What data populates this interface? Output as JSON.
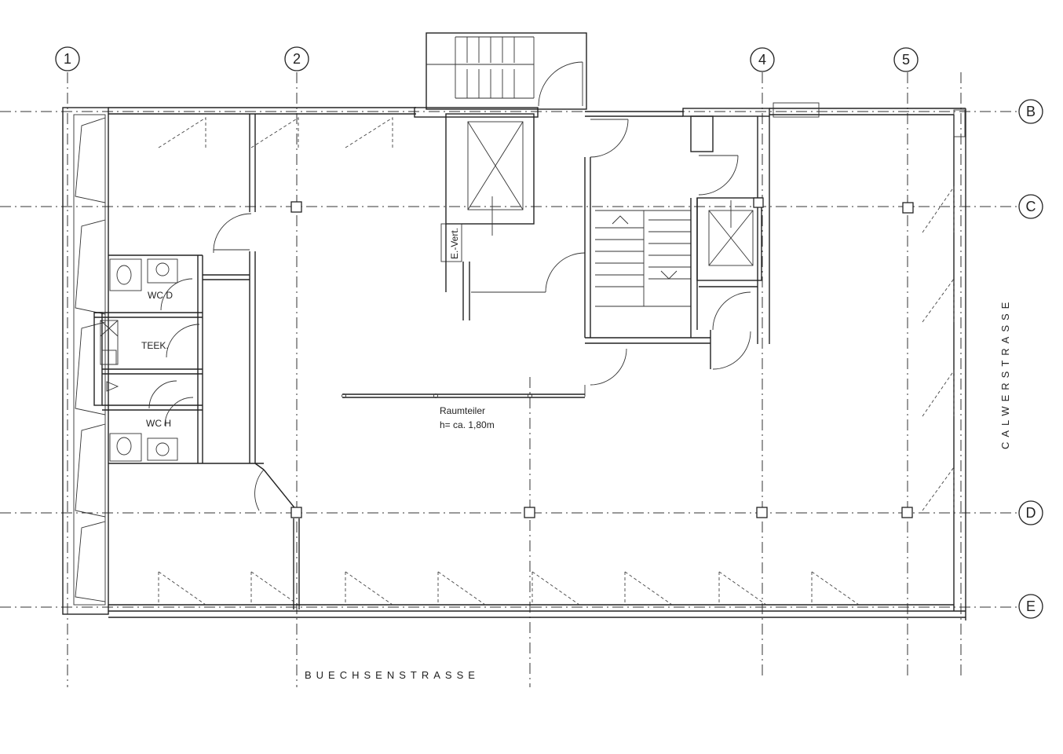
{
  "grid_axes": {
    "vertical": [
      "1",
      "2",
      "4",
      "5"
    ],
    "horizontal": [
      "B",
      "C",
      "D",
      "E"
    ]
  },
  "rooms": {
    "wc_d": "WC  D",
    "teek": "TEEK.",
    "wc_h": "WC  H",
    "e_vert": "E.-Vert."
  },
  "partition": {
    "title": "Raumteiler",
    "height_note": "h=    ca. 1,80m"
  },
  "streets": {
    "bottom": "BUECHSENSTRASSE",
    "right": "CALWERSTRASSE"
  },
  "colors": {
    "line": "#222222",
    "background": "#ffffff"
  }
}
